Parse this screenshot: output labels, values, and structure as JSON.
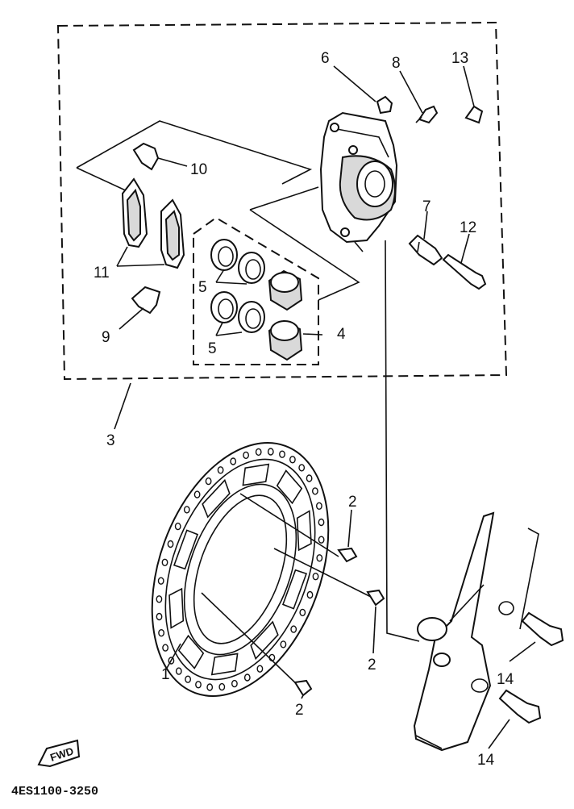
{
  "callouts": {
    "c1": "1",
    "c2a": "2",
    "c2b": "2",
    "c2c": "2",
    "c3": "3",
    "c4": "4",
    "c5a": "5",
    "c5b": "5",
    "c6": "6",
    "c7": "7",
    "c8": "8",
    "c9": "9",
    "c10": "10",
    "c11": "11",
    "c12": "12",
    "c13": "13",
    "c14a": "14",
    "c14b": "14"
  },
  "fwd_label": "FWD",
  "diagram_code": "4ES1100-3250"
}
